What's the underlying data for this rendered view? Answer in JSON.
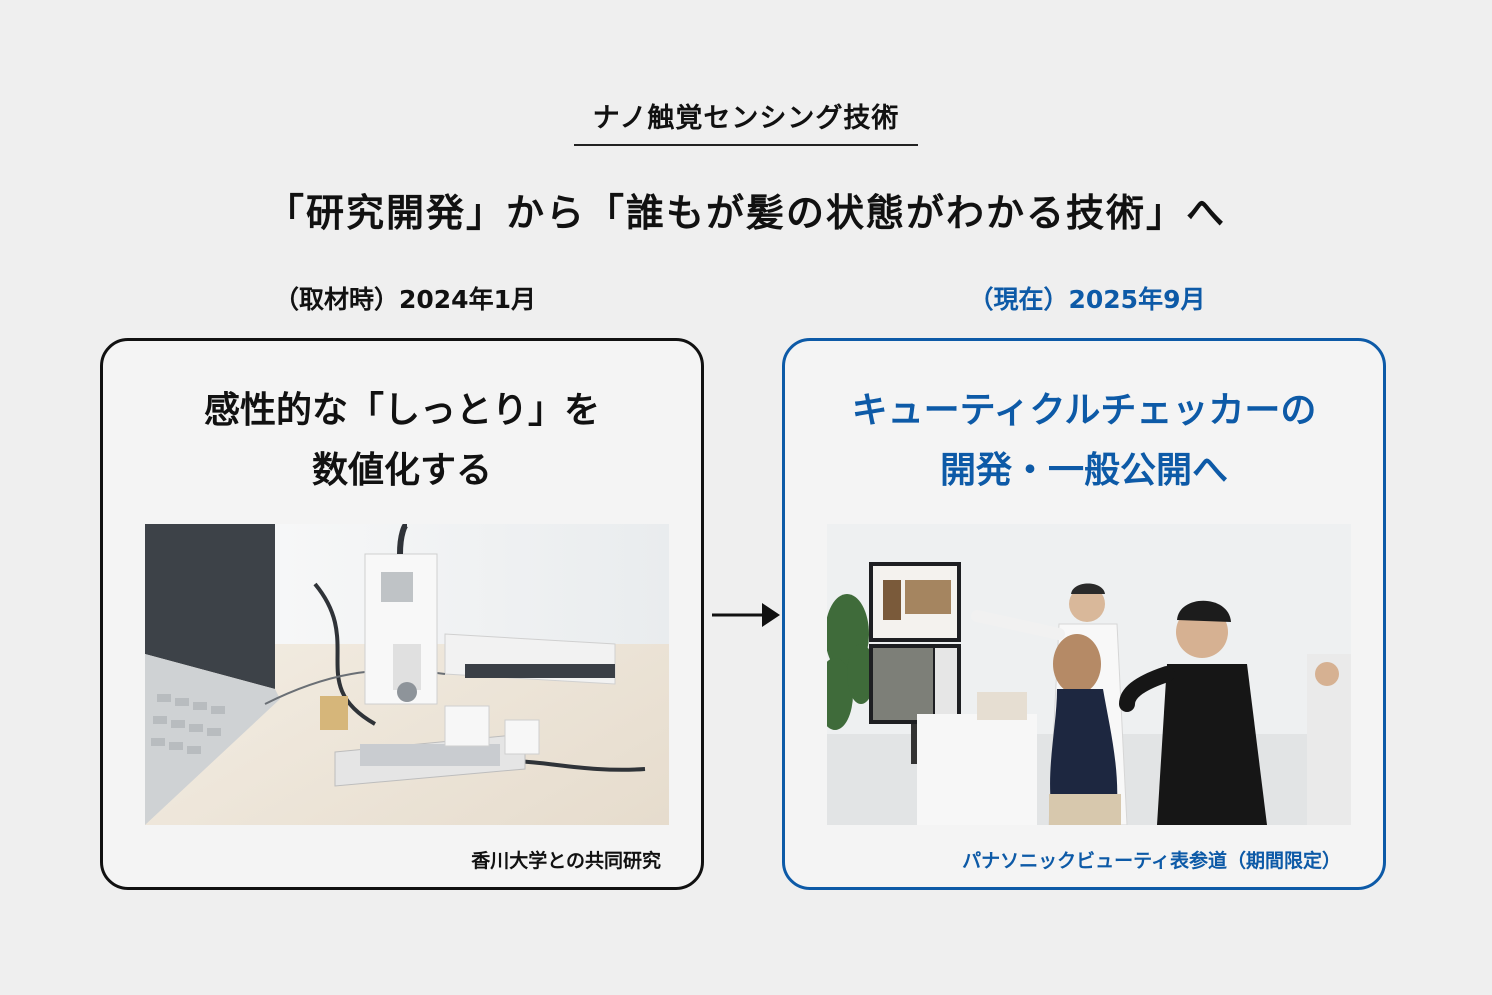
{
  "header": {
    "kicker": "ナノ触覚センシング技術",
    "headline": "「研究開発」から「誰もが髪の状態がわかる技術」へ"
  },
  "left": {
    "date": "（取材時）2024年1月",
    "title_line1": "感性的な「しっとり」を",
    "title_line2": "数値化する",
    "caption": "香川大学との共同研究"
  },
  "right": {
    "date": "（現在）2025年9月",
    "title_line1": "キューティクルチェッカーの",
    "title_line2": "開発・一般公開へ",
    "caption": "パナソニックビューティ表参道（期間限定）"
  },
  "colors": {
    "accent_blue": "#0d5aa7",
    "dark": "#111111",
    "background": "#efefef"
  }
}
